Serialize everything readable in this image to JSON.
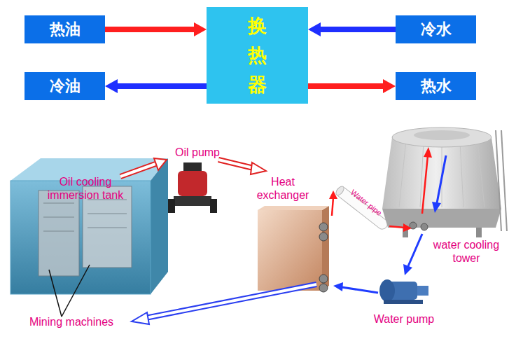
{
  "diagram": {
    "nodes": [
      {
        "text": [
          "热油"
        ]
      },
      {
        "text": [
          "冷油"
        ]
      },
      {
        "text": [
          "换 热 器"
        ]
      },
      {
        "text": [
          "冷水"
        ]
      },
      {
        "text": [
          "热水"
        ]
      }
    ],
    "edges": [
      {
        "from": 0,
        "to": 2,
        "arrow": "to"
      },
      {
        "from": 2,
        "to": 1,
        "arrow": "to"
      },
      {
        "from": 3,
        "to": 2,
        "arrow": "to"
      },
      {
        "from": 2,
        "to": 4,
        "arrow": "to"
      }
    ],
    "labels": [
      "Oil cooling immersion tank",
      "Oil pump",
      "Heat exchanger",
      "Water pipe",
      "water cooling tower",
      "Mining machines",
      "Water pump"
    ]
  }
}
